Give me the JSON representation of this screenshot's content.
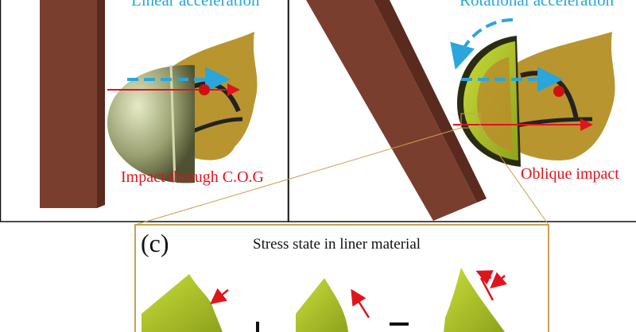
{
  "panel_left": {
    "top_label": "Linear acceleration",
    "impact_label": "Impact through C.O.G"
  },
  "panel_right": {
    "top_label": "Rotational acceleration",
    "impact_label": "Oblique impact"
  },
  "panel_c": {
    "letter": "(c)",
    "title": "Stress state in liner material",
    "operators": [
      "+",
      "="
    ]
  },
  "colors": {
    "label_blue": "#2aa6dc",
    "label_red": "#e0141c",
    "impactor_brown": "#7a3e2e",
    "liner_green": "#a8c22a",
    "callout_border": "#c8a050"
  }
}
